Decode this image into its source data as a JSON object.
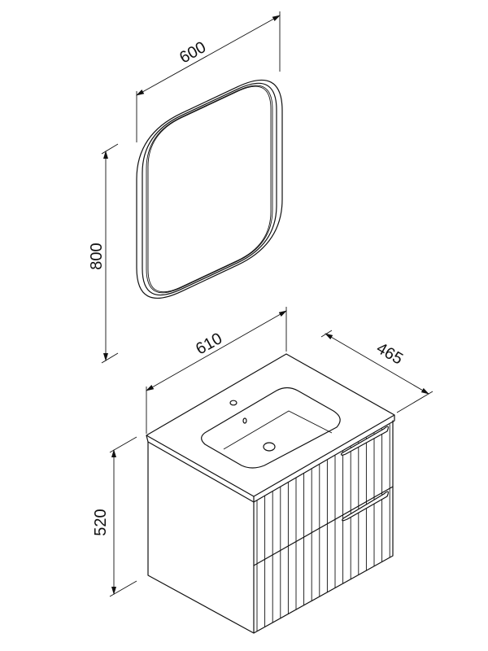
{
  "mirror": {
    "width_label": "600",
    "height_label": "800"
  },
  "cabinet": {
    "width_label": "610",
    "depth_label": "465",
    "height_label": "520",
    "drawer_count": 2
  },
  "colors": {
    "line": "#111111",
    "background": "#ffffff"
  }
}
